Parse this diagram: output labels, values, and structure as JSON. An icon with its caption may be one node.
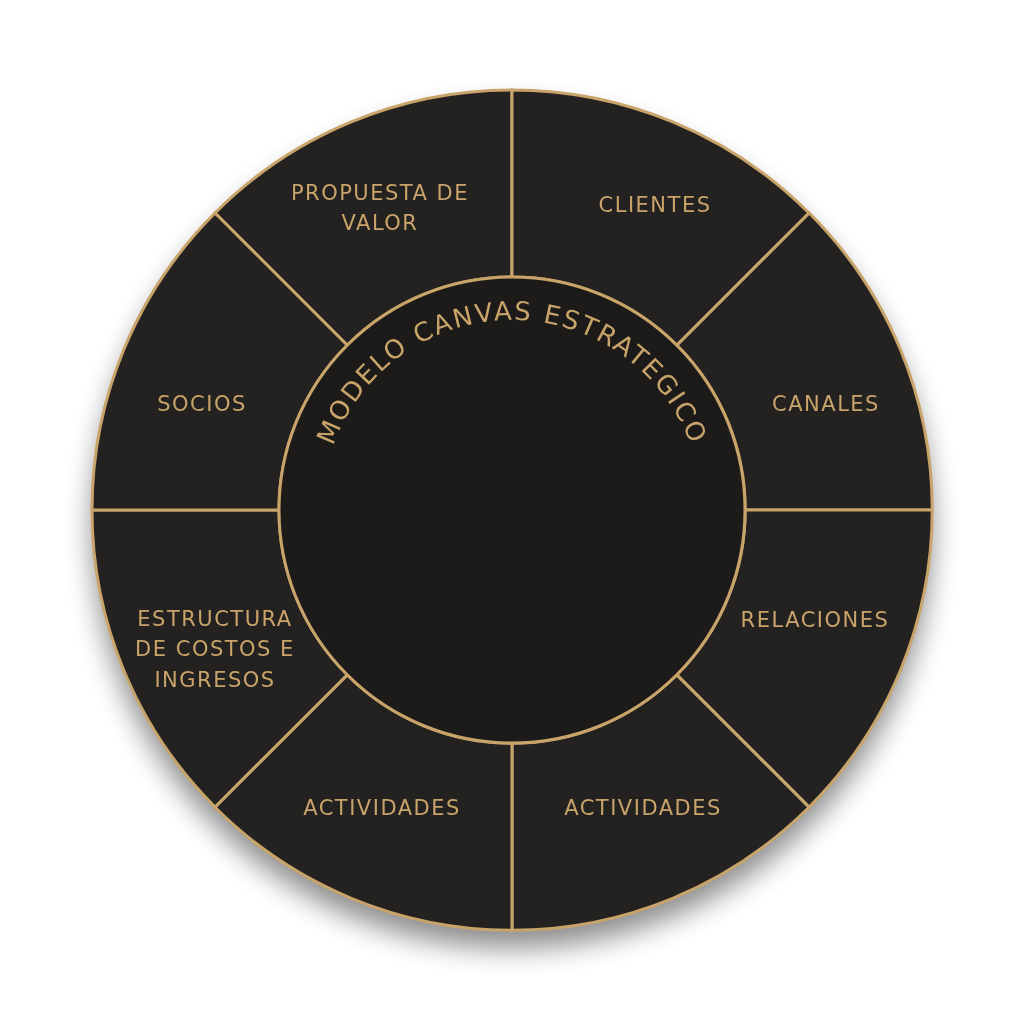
{
  "diagram": {
    "nodes": [
      {
        "text": [
          "MODELO CANVAS ESTRATEGICO"
        ]
      },
      {
        "text": [
          "PROPUESTA DE VALOR"
        ]
      },
      {
        "text": [
          "CLIENTES"
        ]
      },
      {
        "text": [
          "CANALES"
        ]
      },
      {
        "text": [
          "RELACIONES"
        ]
      },
      {
        "text": [
          "ACTIVIDADES"
        ]
      },
      {
        "text": [
          "ACTIVIDADES"
        ]
      },
      {
        "text": [
          "ESTRUCTURA DE COSTOS E INGRESOS"
        ]
      },
      {
        "text": [
          "SOCIOS"
        ]
      }
    ]
  }
}
